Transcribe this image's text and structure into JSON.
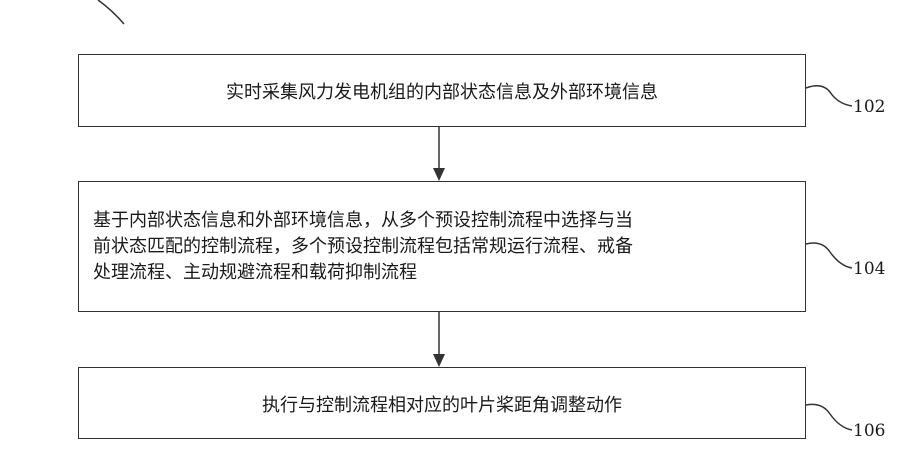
{
  "steps": [
    {
      "id": "102",
      "text": "实时采集风力发电机组的内部状态信息及外部环境信息"
    },
    {
      "id": "104",
      "lines": [
        "基于内部状态信息和外部环境信息，从多个预设控制流程中选择与当",
        "前状态匹配的控制流程，多个预设控制流程包括常规运行流程、戒备",
        "处理流程、主动规避流程和载荷抑制流程"
      ]
    },
    {
      "id": "106",
      "text": "执行与控制流程相对应的叶片桨距角调整动作"
    }
  ]
}
